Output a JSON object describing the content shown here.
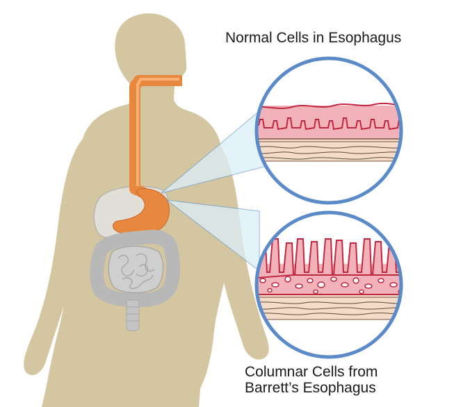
{
  "labels": {
    "normal_cells": "Normal Cells in Esophagus",
    "columnar_line1": "Columnar Cells from",
    "columnar_line2": "Barrett’s Esophagus"
  },
  "colors": {
    "body_silhouette": "#d4c6a0",
    "esophagus_stomach": "#e8883e",
    "liver": "#e2ded8",
    "intestine": "#c8c8c8",
    "lens_ring": "#5b8ac8",
    "lens_beam": "#dceef8",
    "mucosa": "#f1b2b9",
    "mucosa_outline": "#c0263f",
    "submucosa": "#f5dcc8",
    "fibers": "#5a4a40"
  }
}
